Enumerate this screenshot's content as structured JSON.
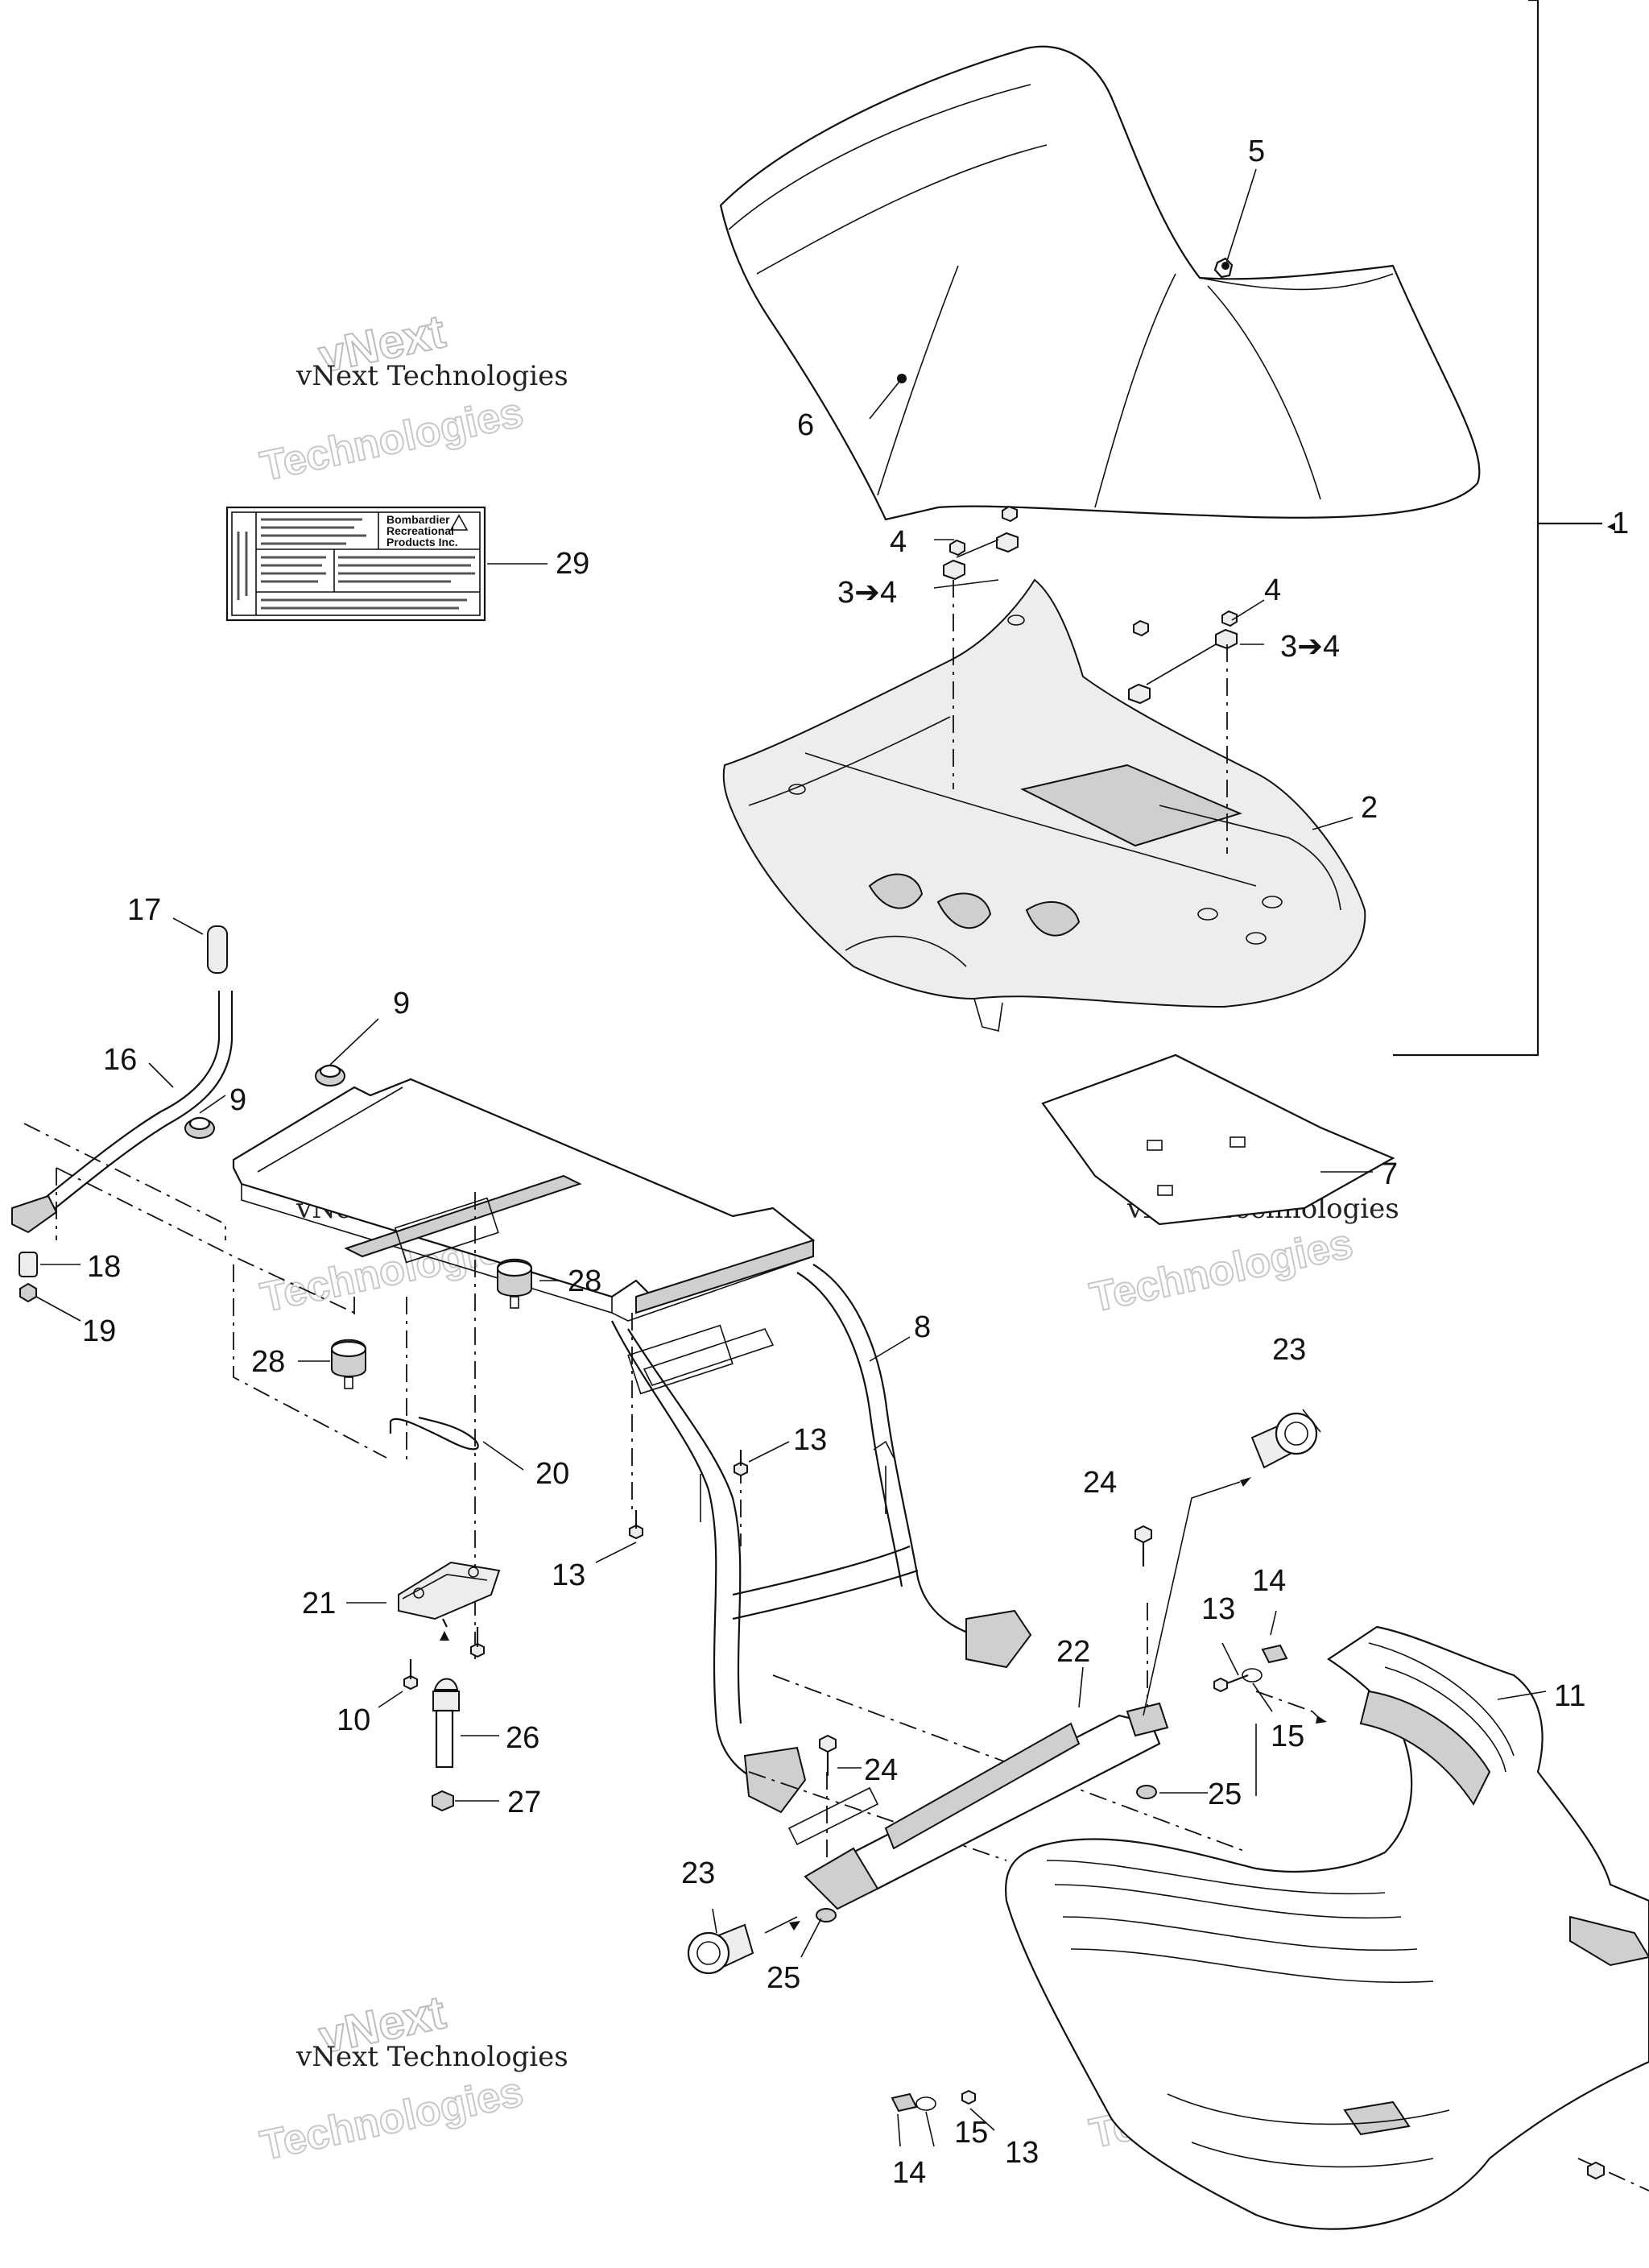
{
  "watermark": {
    "line1": "vNext Technologies",
    "line2": "vNext",
    "line3": "Technologies"
  },
  "label_sticker": {
    "brand_lines": [
      "Bombardier",
      "Recreational",
      "Products Inc."
    ]
  },
  "callouts": {
    "c1": "1",
    "c2": "2",
    "c3a": "3➔4",
    "c3b": "3➔4",
    "c4a": "4",
    "c4b": "4",
    "c5": "5",
    "c6": "6",
    "c7": "7",
    "c8": "8",
    "c9a": "9",
    "c9b": "9",
    "c10": "10",
    "c11": "11",
    "c13a": "13",
    "c13b": "13",
    "c13c": "13",
    "c13d": "13",
    "c14a": "14",
    "c14b": "14",
    "c15a": "15",
    "c15b": "15",
    "c16": "16",
    "c17": "17",
    "c18": "18",
    "c19": "19",
    "c20": "20",
    "c21": "21",
    "c22": "22",
    "c23a": "23",
    "c23b": "23",
    "c24a": "24",
    "c24b": "24",
    "c25a": "25",
    "c25b": "25",
    "c26": "26",
    "c27": "27",
    "c28a": "28",
    "c28b": "28",
    "c29": "29"
  }
}
